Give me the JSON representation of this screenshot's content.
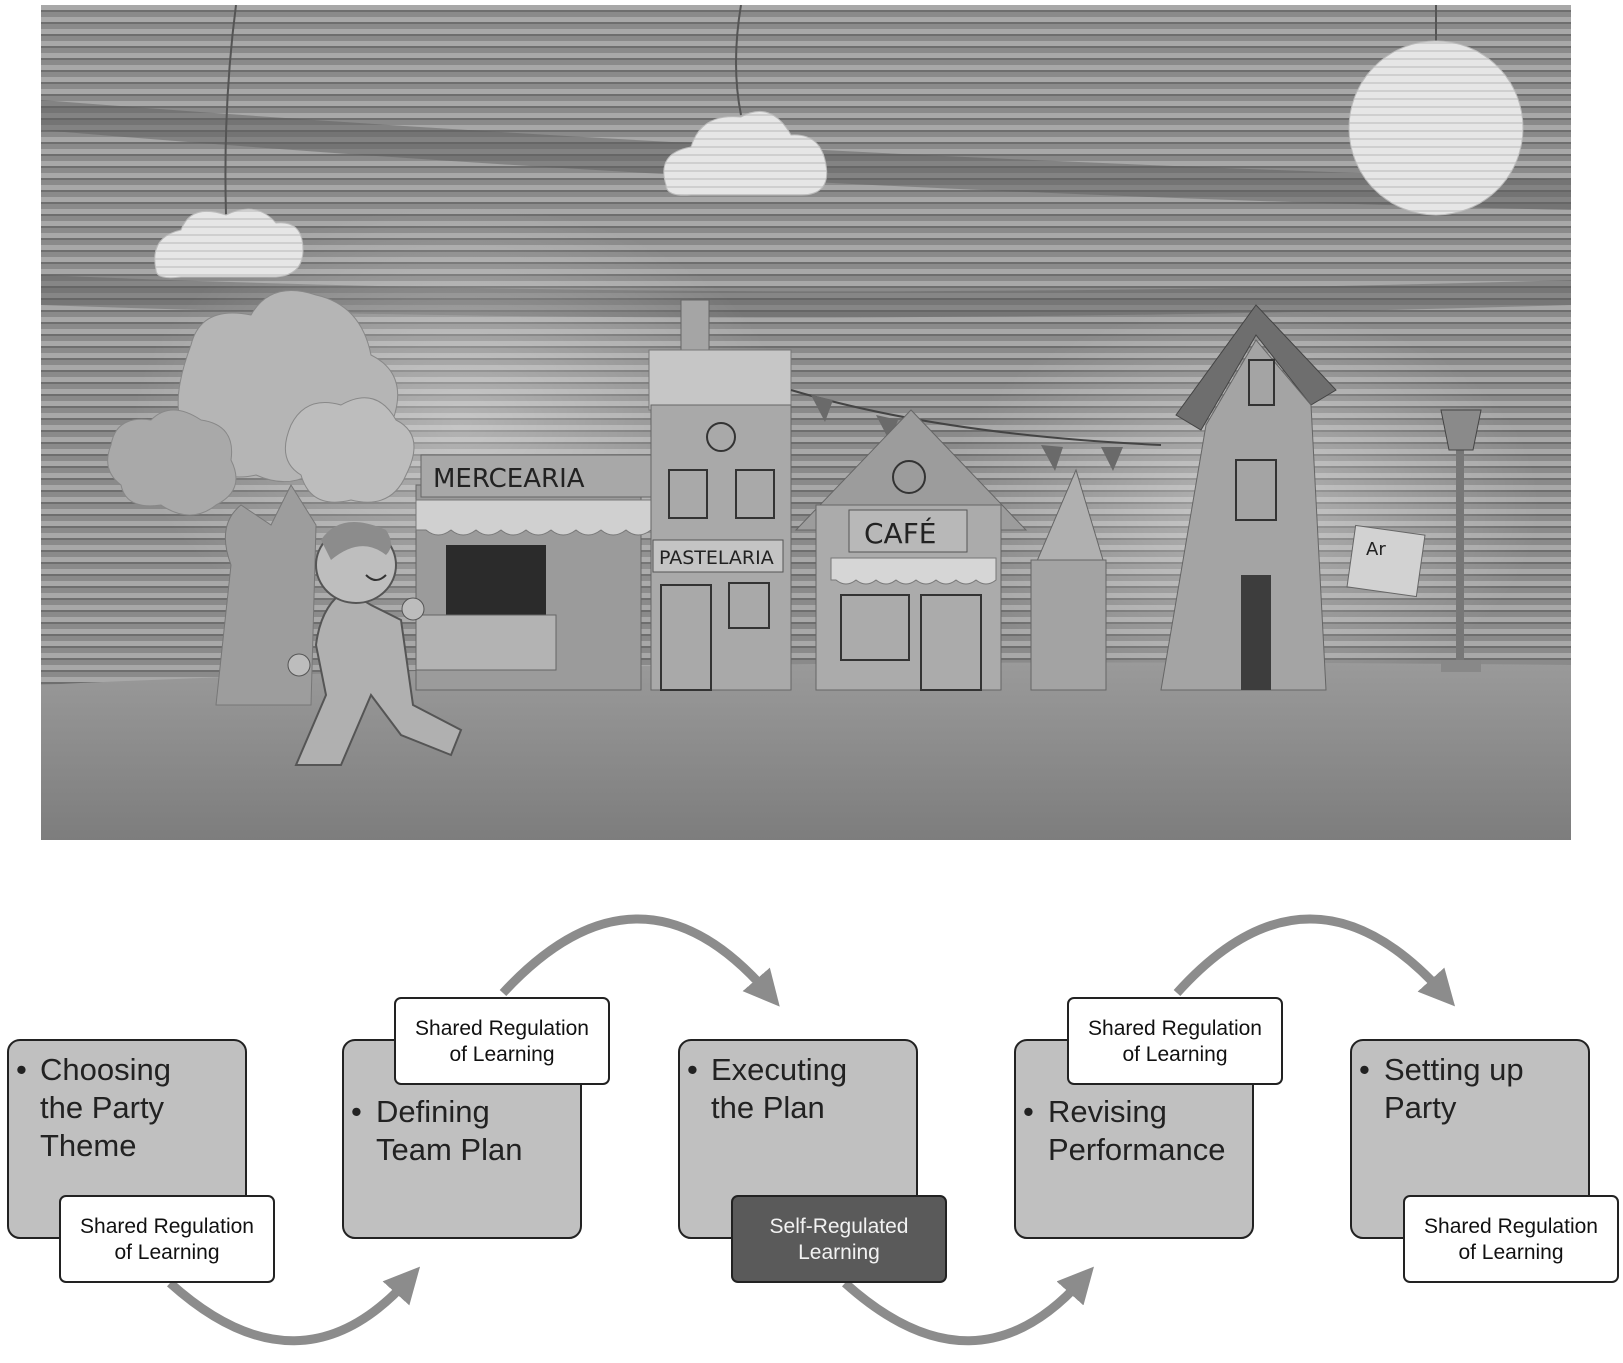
{
  "colors": {
    "page_background": "#ffffff",
    "stage_box": "#c0c0c0",
    "tag_box": "#ffffff",
    "tag_box_dark": "#5a5a5a",
    "arrow": "#8c8c8c",
    "outline": "#222222"
  },
  "illustration": {
    "signs": {
      "grocery": "MERCEARIA",
      "bakery": "PASTELARIA",
      "cafe": "CAFÉ",
      "hanging_sign": "Ar"
    }
  },
  "stages": [
    {
      "lines": [
        "Choosing",
        "the Party",
        "Theme"
      ],
      "regulation": [
        "Shared Regulation",
        "of Learning"
      ],
      "regulation_style": "light"
    },
    {
      "lines": [
        "Defining",
        "Team Plan"
      ],
      "regulation": [
        "Shared Regulation",
        "of Learning"
      ],
      "regulation_style": "light"
    },
    {
      "lines": [
        "Executing",
        "the Plan"
      ],
      "regulation": [
        "Self-Regulated",
        "Learning"
      ],
      "regulation_style": "dark"
    },
    {
      "lines": [
        "Revising",
        "Performance"
      ],
      "regulation": [
        "Shared Regulation",
        "of Learning"
      ],
      "regulation_style": "light"
    },
    {
      "lines": [
        "Setting up",
        "Party"
      ],
      "regulation": [
        "Shared Regulation",
        "of Learning"
      ],
      "regulation_style": "light"
    }
  ],
  "bullet": "•"
}
